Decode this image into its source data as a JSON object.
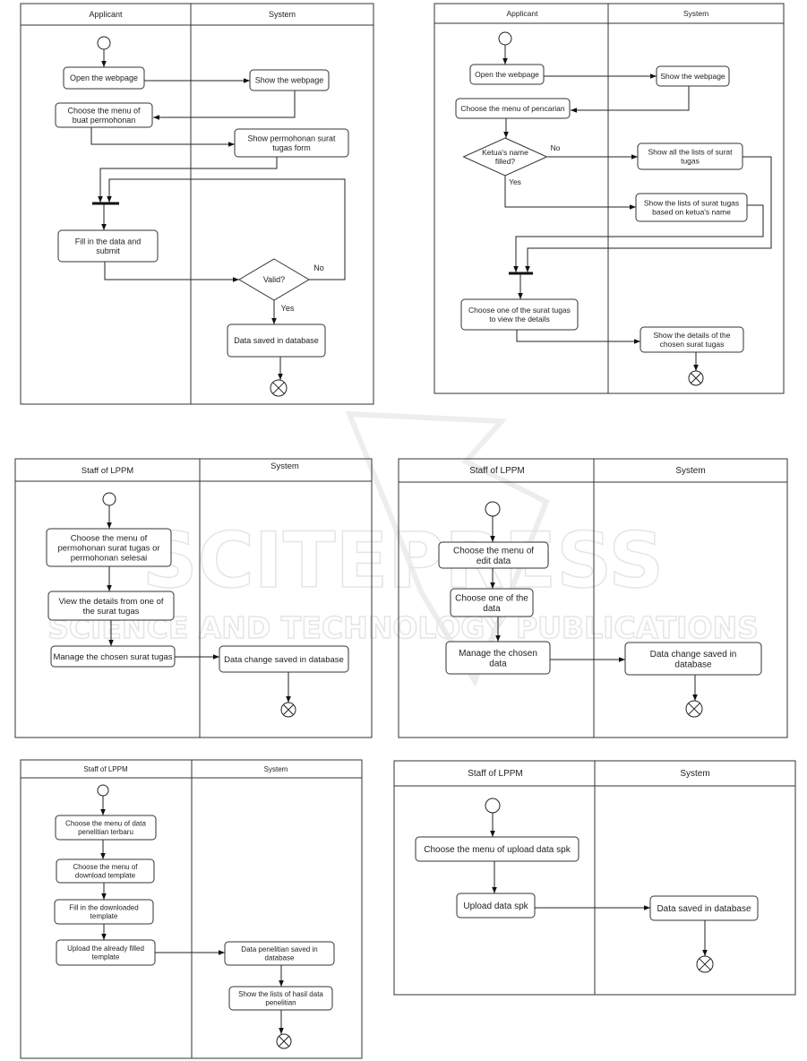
{
  "watermark": {
    "line1": "SCITEPRESS",
    "line2": "SCIENCE AND TECHNOLOGY PUBLICATIONS"
  },
  "diagrams": [
    {
      "lanes": [
        "Applicant",
        "System"
      ],
      "activities": [
        [
          "Open the webpage"
        ],
        [
          "Show the webpage"
        ],
        [
          "Choose the menu of",
          "buat permohonan"
        ],
        [
          "Show permohonan surat",
          "tugas form"
        ],
        [
          "Fill in the data and",
          "submit"
        ],
        [
          "Data saved in database"
        ]
      ],
      "decisions": [
        [
          "Valid?"
        ]
      ],
      "guards": [
        "No",
        "Yes"
      ]
    },
    {
      "lanes": [
        "Applicant",
        "System"
      ],
      "activities": [
        [
          "Open the webpage"
        ],
        [
          "Show the webpage"
        ],
        [
          "Choose the menu of pencarian"
        ],
        [
          "Show all the lists of surat",
          "tugas"
        ],
        [
          "Show the lists of surat tugas",
          "based on ketua's name"
        ],
        [
          "Choose one of the surat tugas",
          "to view the details"
        ],
        [
          "Show the details of the",
          "chosen surat tugas"
        ]
      ],
      "decisions": [
        [
          "Ketua's name",
          "filled?"
        ]
      ],
      "guards": [
        "No",
        "Yes"
      ]
    },
    {
      "lanes": [
        "Staff of LPPM",
        "System"
      ],
      "activities": [
        [
          "Choose the menu of",
          "permohonan surat tugas or",
          "permohonan selesai"
        ],
        [
          "View the details from one of",
          "the surat tugas"
        ],
        [
          "Manage the chosen surat tugas"
        ],
        [
          "Data change saved in database"
        ]
      ],
      "decisions": [],
      "guards": []
    },
    {
      "lanes": [
        "Staff of LPPM",
        "System"
      ],
      "activities": [
        [
          "Choose the menu of",
          "edit data"
        ],
        [
          "Choose one of the",
          "data"
        ],
        [
          "Manage the chosen",
          "data"
        ],
        [
          "Data change saved in",
          "database"
        ]
      ],
      "decisions": [],
      "guards": []
    },
    {
      "lanes": [
        "Staff of LPPM",
        "System"
      ],
      "activities": [
        [
          "Choose the menu of data",
          "penelitian terbaru"
        ],
        [
          "Choose the menu of",
          "download template"
        ],
        [
          "Fill in the downloaded",
          "template"
        ],
        [
          "Upload the already filled",
          "template"
        ],
        [
          "Data penelitian saved in",
          "database"
        ],
        [
          "Show the lists of hasil data",
          "penelitian"
        ]
      ],
      "decisions": [],
      "guards": []
    },
    {
      "lanes": [
        "Staff of LPPM",
        "System"
      ],
      "activities": [
        [
          "Choose the menu of upload data spk"
        ],
        [
          "Upload data spk"
        ],
        [
          "Data saved in database"
        ]
      ],
      "decisions": [],
      "guards": []
    }
  ]
}
